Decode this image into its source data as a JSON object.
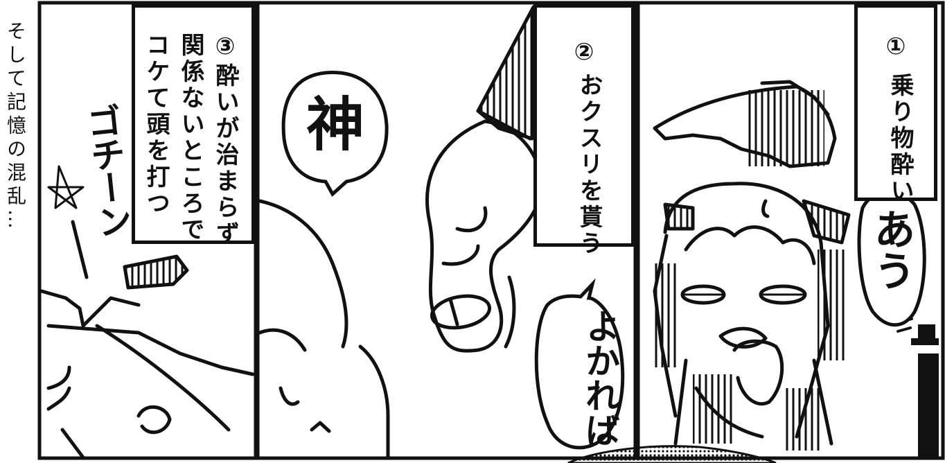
{
  "narration": "そして記憶の混乱…",
  "captions": {
    "panel1": [
      "①",
      "乗り物酔い"
    ],
    "panel2": [
      "②",
      "おクスリを貰う"
    ],
    "panel3": [
      "③酔いが治まらず",
      "関係ないところで",
      "コケて頭を打つ"
    ]
  },
  "speech": {
    "panel1": "あう",
    "panel2": "よかれば",
    "panel3": "神"
  },
  "sfx": {
    "gochi": "ゴチーン"
  },
  "colors": {
    "ink": "#111111",
    "paper": "#ffffff"
  }
}
